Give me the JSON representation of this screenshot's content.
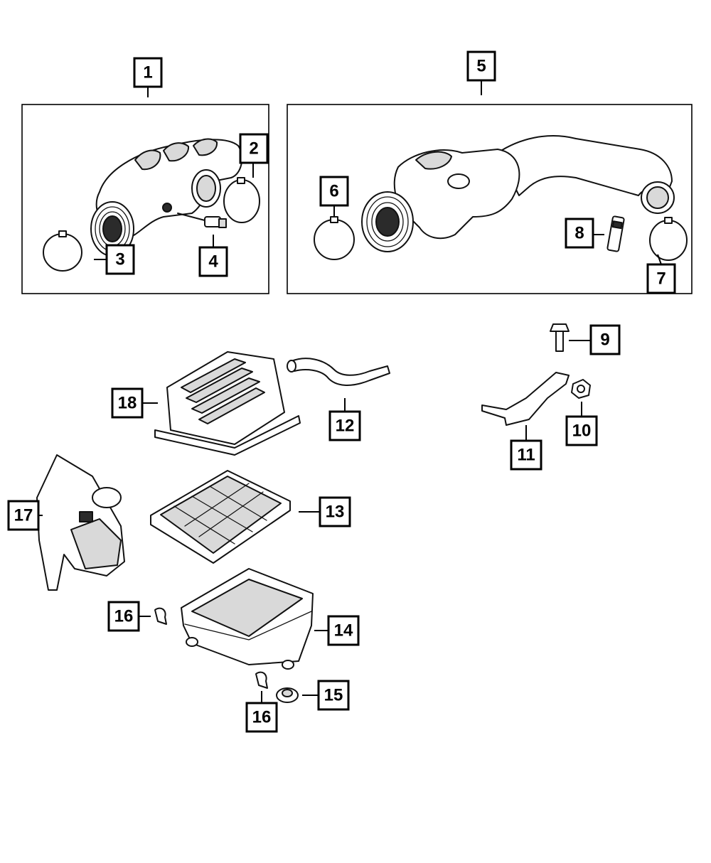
{
  "callouts": {
    "c1": "1",
    "c2": "2",
    "c3": "3",
    "c4": "4",
    "c5": "5",
    "c6": "6",
    "c7": "7",
    "c8": "8",
    "c9": "9",
    "c10": "10",
    "c11": "11",
    "c12": "12",
    "c13": "13",
    "c14": "14",
    "c15": "15",
    "c16a": "16",
    "c16b": "16",
    "c17": "17",
    "c18": "18"
  },
  "colors": {
    "line": "#111111",
    "shade": "#d9d9d9",
    "background": "#ffffff"
  },
  "icons": {
    "p1": "air-inlet-duct-icon",
    "p2": "hose-clamp-icon",
    "p3": "hose-clamp-icon",
    "p4": "temperature-sensor-icon",
    "p5": "air-inlet-duct-assembly-icon",
    "p6": "hose-clamp-icon",
    "p7": "hose-clamp-icon",
    "p8": "sensor-icon",
    "p9": "bolt-icon",
    "p10": "nut-icon",
    "p11": "bracket-icon",
    "p12": "vent-tube-icon",
    "p13": "air-filter-element-icon",
    "p14": "air-cleaner-housing-icon",
    "p15": "grommet-icon",
    "p16": "clip-icon",
    "p17": "air-intake-duct-icon",
    "p18": "air-cleaner-cover-icon"
  }
}
